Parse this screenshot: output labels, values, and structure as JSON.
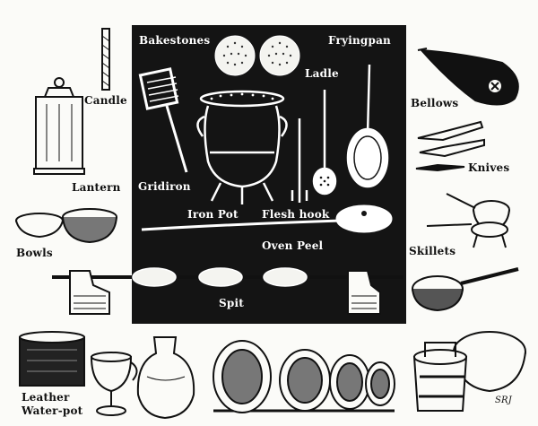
{
  "labels": {
    "bakestones": "Bakestones",
    "fryingpan": "Fryingpan",
    "ladle": "Ladle",
    "candle": "Candle",
    "bellows": "Bellows",
    "lantern": "Lantern",
    "gridiron": "Gridiron",
    "iron_pot": "Iron Pot",
    "flesh_hook": "Flesh hook",
    "knives": "Knives",
    "bowls": "Bowls",
    "oven_peel": "Oven Peel",
    "skillets": "Skillets",
    "spit": "Spit",
    "leather_water_pot_line1": "Leather",
    "leather_water_pot_line2": "Water-pot",
    "signature": "SRJ"
  },
  "colors": {
    "panel": "#141414",
    "ink": "#111111",
    "paper": "#fbfbf8",
    "inverse_text": "#ffffff"
  }
}
